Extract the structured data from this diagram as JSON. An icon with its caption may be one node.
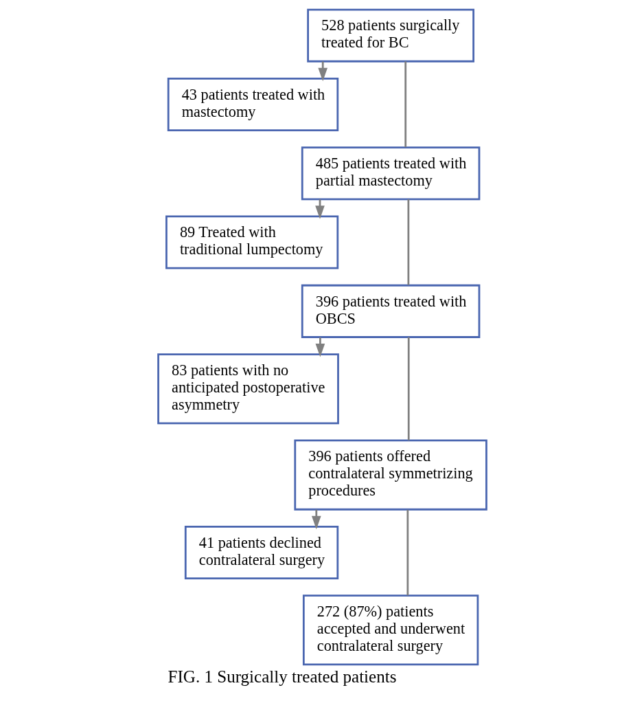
{
  "diagram": {
    "caption": "FIG. 1 Surgically treated patients",
    "nodes": [
      {
        "text": [
          "528 patients surgically treated for BC"
        ]
      },
      {
        "text": [
          "43 patients treated with mastectomy"
        ]
      },
      {
        "text": [
          "485 patients treated with partial mastectomy"
        ]
      },
      {
        "text": [
          "89 Treated with traditional lumpectomy"
        ]
      },
      {
        "text": [
          "396 patients treated with OBCS"
        ]
      },
      {
        "text": [
          "83 patients with no anticipated postoperative asymmetry"
        ]
      },
      {
        "text": [
          "396 patients offered contralateral symmetrizing procedures"
        ]
      },
      {
        "text": [
          "41 patients declined contralateral surgery"
        ]
      },
      {
        "text": [
          "272 (87%) patients accepted and underwent contralateral surgery"
        ]
      }
    ],
    "edges": [
      {
        "from": 0,
        "to": 2,
        "arrow": "none"
      },
      {
        "from": 0,
        "to": 1,
        "arrow": "to"
      },
      {
        "from": 2,
        "to": 4,
        "arrow": "none"
      },
      {
        "from": 2,
        "to": 3,
        "arrow": "to"
      },
      {
        "from": 4,
        "to": 6,
        "arrow": "none"
      },
      {
        "from": 4,
        "to": 5,
        "arrow": "to"
      },
      {
        "from": 6,
        "to": 8,
        "arrow": "none"
      },
      {
        "from": 6,
        "to": 7,
        "arrow": "to"
      }
    ]
  }
}
